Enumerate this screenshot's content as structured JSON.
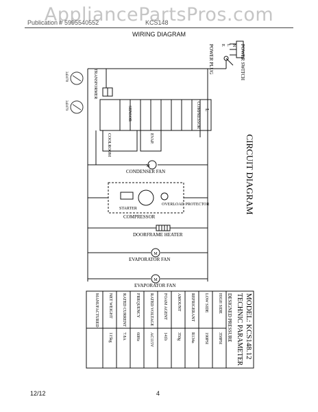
{
  "watermark": "AppliancePartsPros.com",
  "header": {
    "left": "Publication # 5995540552",
    "right": "KCS148",
    "title": "WIRING DIAGRAM"
  },
  "footer": {
    "date": "12/12",
    "page": "4"
  },
  "diagram": {
    "title": "CIRCUIT DIAGRAM",
    "power_switch": "POWER SWITCH",
    "power_plug": "POWER PLUG",
    "plug_pins": [
      "E",
      "L",
      "N"
    ],
    "transformer": "TRANSFORMER",
    "board_l": "L",
    "board_compressor": "COMPRESSOR",
    "sensor": "SENSOR",
    "evap": "EVAP.",
    "coolroom": "COOLROOM",
    "condenser_fan": "CONDENSER FAN",
    "starter": "STARTER",
    "overload_protector": "OVERLOAD PROTECTOR",
    "compressor": "COMPRESSOR",
    "doorframe_heater": "DOORFRAME HEATER",
    "evaporator_fan_1": "EVAPORATOR FAN",
    "evaporator_fan_2": "EVAPORATOR FAN",
    "motor_symbol": "M",
    "cert_codes": [
      "343078",
      "343079"
    ]
  },
  "spec": {
    "model": "MODEL: KCS148.12",
    "heading": "TECHNIC PARAMETER",
    "pressure_label": "DESIGNED PRESSURE",
    "rows": [
      {
        "label": "HIGH SIDE",
        "value": "358PSI"
      },
      {
        "label": "LOW SIDE",
        "value": "190PSI"
      },
      {
        "label": "REFRIGERANT",
        "value": "R134a"
      },
      {
        "label": "AMOUNT",
        "value": "350g"
      },
      {
        "label": "FOAM AGENT",
        "value": "141b"
      },
      {
        "label": "RATED VOLTAGE",
        "value": "AC115V"
      },
      {
        "label": "FREQUENCY",
        "value": "60Hz"
      },
      {
        "label": "RATED CURRENT",
        "value": "7.8A"
      },
      {
        "label": "NET WEIGHT",
        "value": "115kg"
      },
      {
        "label": "MANUFACTURED",
        "value": ""
      }
    ]
  }
}
